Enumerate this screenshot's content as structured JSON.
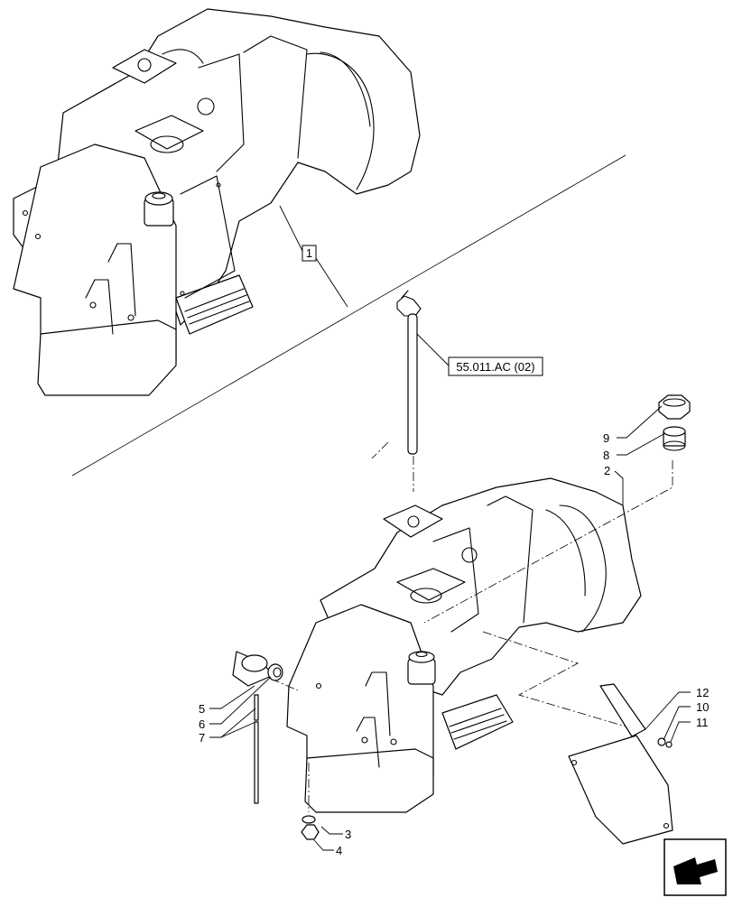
{
  "references": {
    "group_callout": "1",
    "section_ref": "55.011.AC (02)"
  },
  "callouts": [
    {
      "id": "p2",
      "label": "2"
    },
    {
      "id": "p3",
      "label": "3"
    },
    {
      "id": "p4",
      "label": "4"
    },
    {
      "id": "p5",
      "label": "5"
    },
    {
      "id": "p6",
      "label": "6"
    },
    {
      "id": "p7",
      "label": "7"
    },
    {
      "id": "p8",
      "label": "8"
    },
    {
      "id": "p9",
      "label": "9"
    },
    {
      "id": "p10",
      "label": "10"
    },
    {
      "id": "p11",
      "label": "11"
    },
    {
      "id": "p12",
      "label": "12"
    }
  ],
  "icons": {
    "navigation": "arrow-navigation-icon"
  }
}
